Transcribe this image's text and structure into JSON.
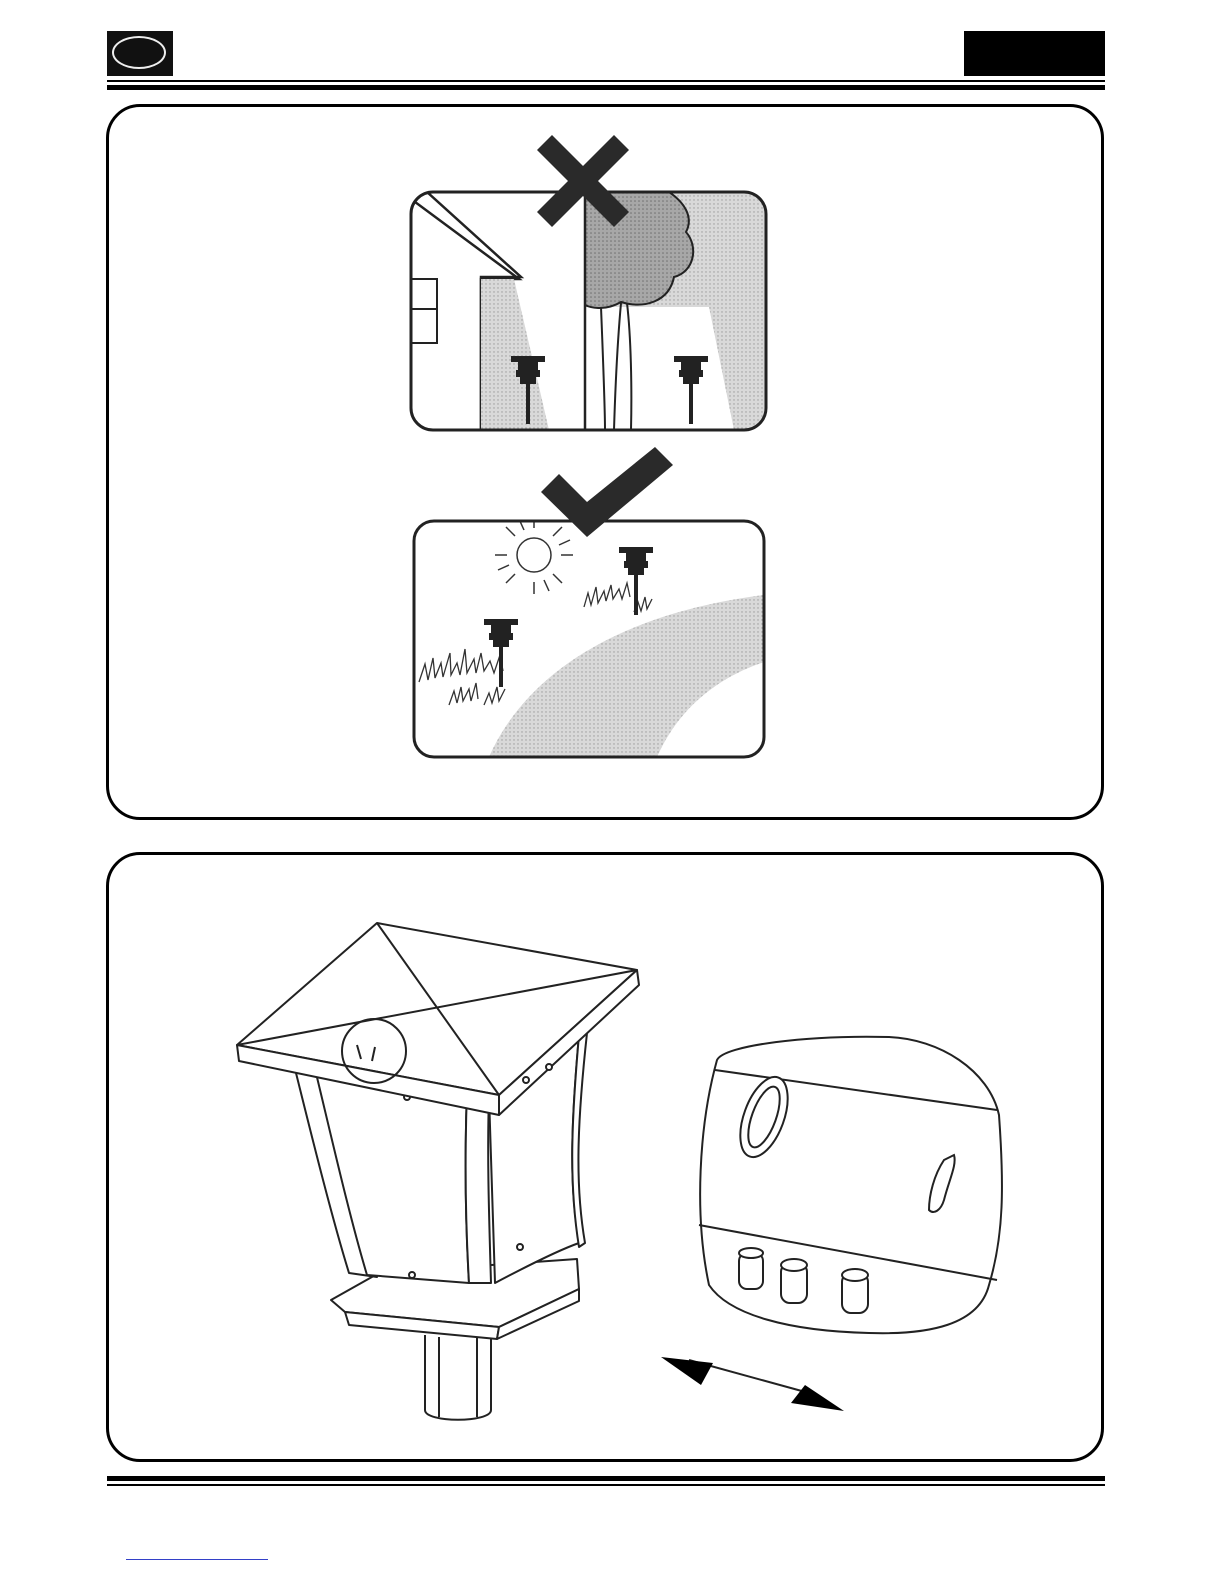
{
  "header": {
    "language_badge": {
      "icon": "oval-badge-icon",
      "color": "#111111"
    },
    "right_tab": {
      "color": "#000000"
    }
  },
  "panel_1": {
    "icons": [
      "wrong-placement-illustration",
      "cross-mark-icon",
      "correct-placement-illustration",
      "check-mark-icon"
    ]
  },
  "panel_2": {
    "icons": [
      "solar-lantern-illustration",
      "switch-detail-illustration",
      "slide-direction-arrow-icon"
    ]
  },
  "footer": {
    "link_color": "#3340c8"
  }
}
